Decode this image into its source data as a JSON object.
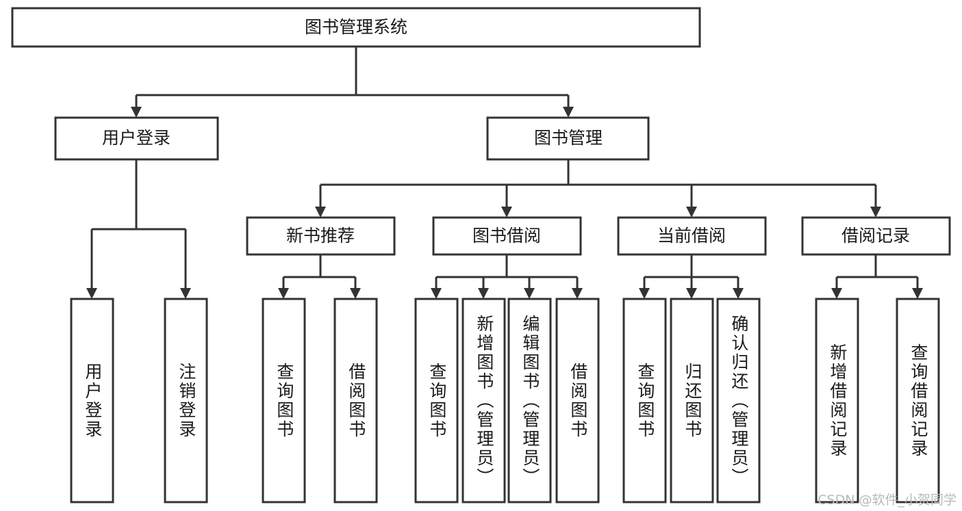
{
  "diagram": {
    "type": "tree-hierarchy-chart",
    "title": "图书管理系统",
    "root": {
      "label": "图书管理系统"
    },
    "level1": [
      {
        "label": "用户登录"
      },
      {
        "label": "图书管理"
      }
    ],
    "level2": [
      {
        "label": "新书推荐"
      },
      {
        "label": "图书借阅"
      },
      {
        "label": "当前借阅"
      },
      {
        "label": "借阅记录"
      }
    ],
    "leaves": [
      {
        "label": "用户登录",
        "parent": "用户登录"
      },
      {
        "label": "注销登录",
        "parent": "用户登录"
      },
      {
        "label": "查询图书",
        "parent": "新书推荐"
      },
      {
        "label": "借阅图书",
        "parent": "新书推荐"
      },
      {
        "label": "查询图书",
        "parent": "图书借阅"
      },
      {
        "label": "新增图书（管理员）",
        "parent": "图书借阅"
      },
      {
        "label": "编辑图书（管理员）",
        "parent": "图书借阅"
      },
      {
        "label": "借阅图书",
        "parent": "图书借阅"
      },
      {
        "label": "查询图书",
        "parent": "当前借阅"
      },
      {
        "label": "归还图书",
        "parent": "当前借阅"
      },
      {
        "label": "确认归还（管理员）",
        "parent": "当前借阅"
      },
      {
        "label": "新增借阅记录",
        "parent": "借阅记录"
      },
      {
        "label": "查询借阅记录",
        "parent": "借阅记录"
      }
    ]
  },
  "watermark": {
    "text": "CSDN @软件_小贺同学"
  },
  "colors": {
    "stroke": "#333333",
    "fill": "#ffffff",
    "text": "#1a1a1a",
    "watermark": "#b9b9b9",
    "background": "#ffffff"
  }
}
